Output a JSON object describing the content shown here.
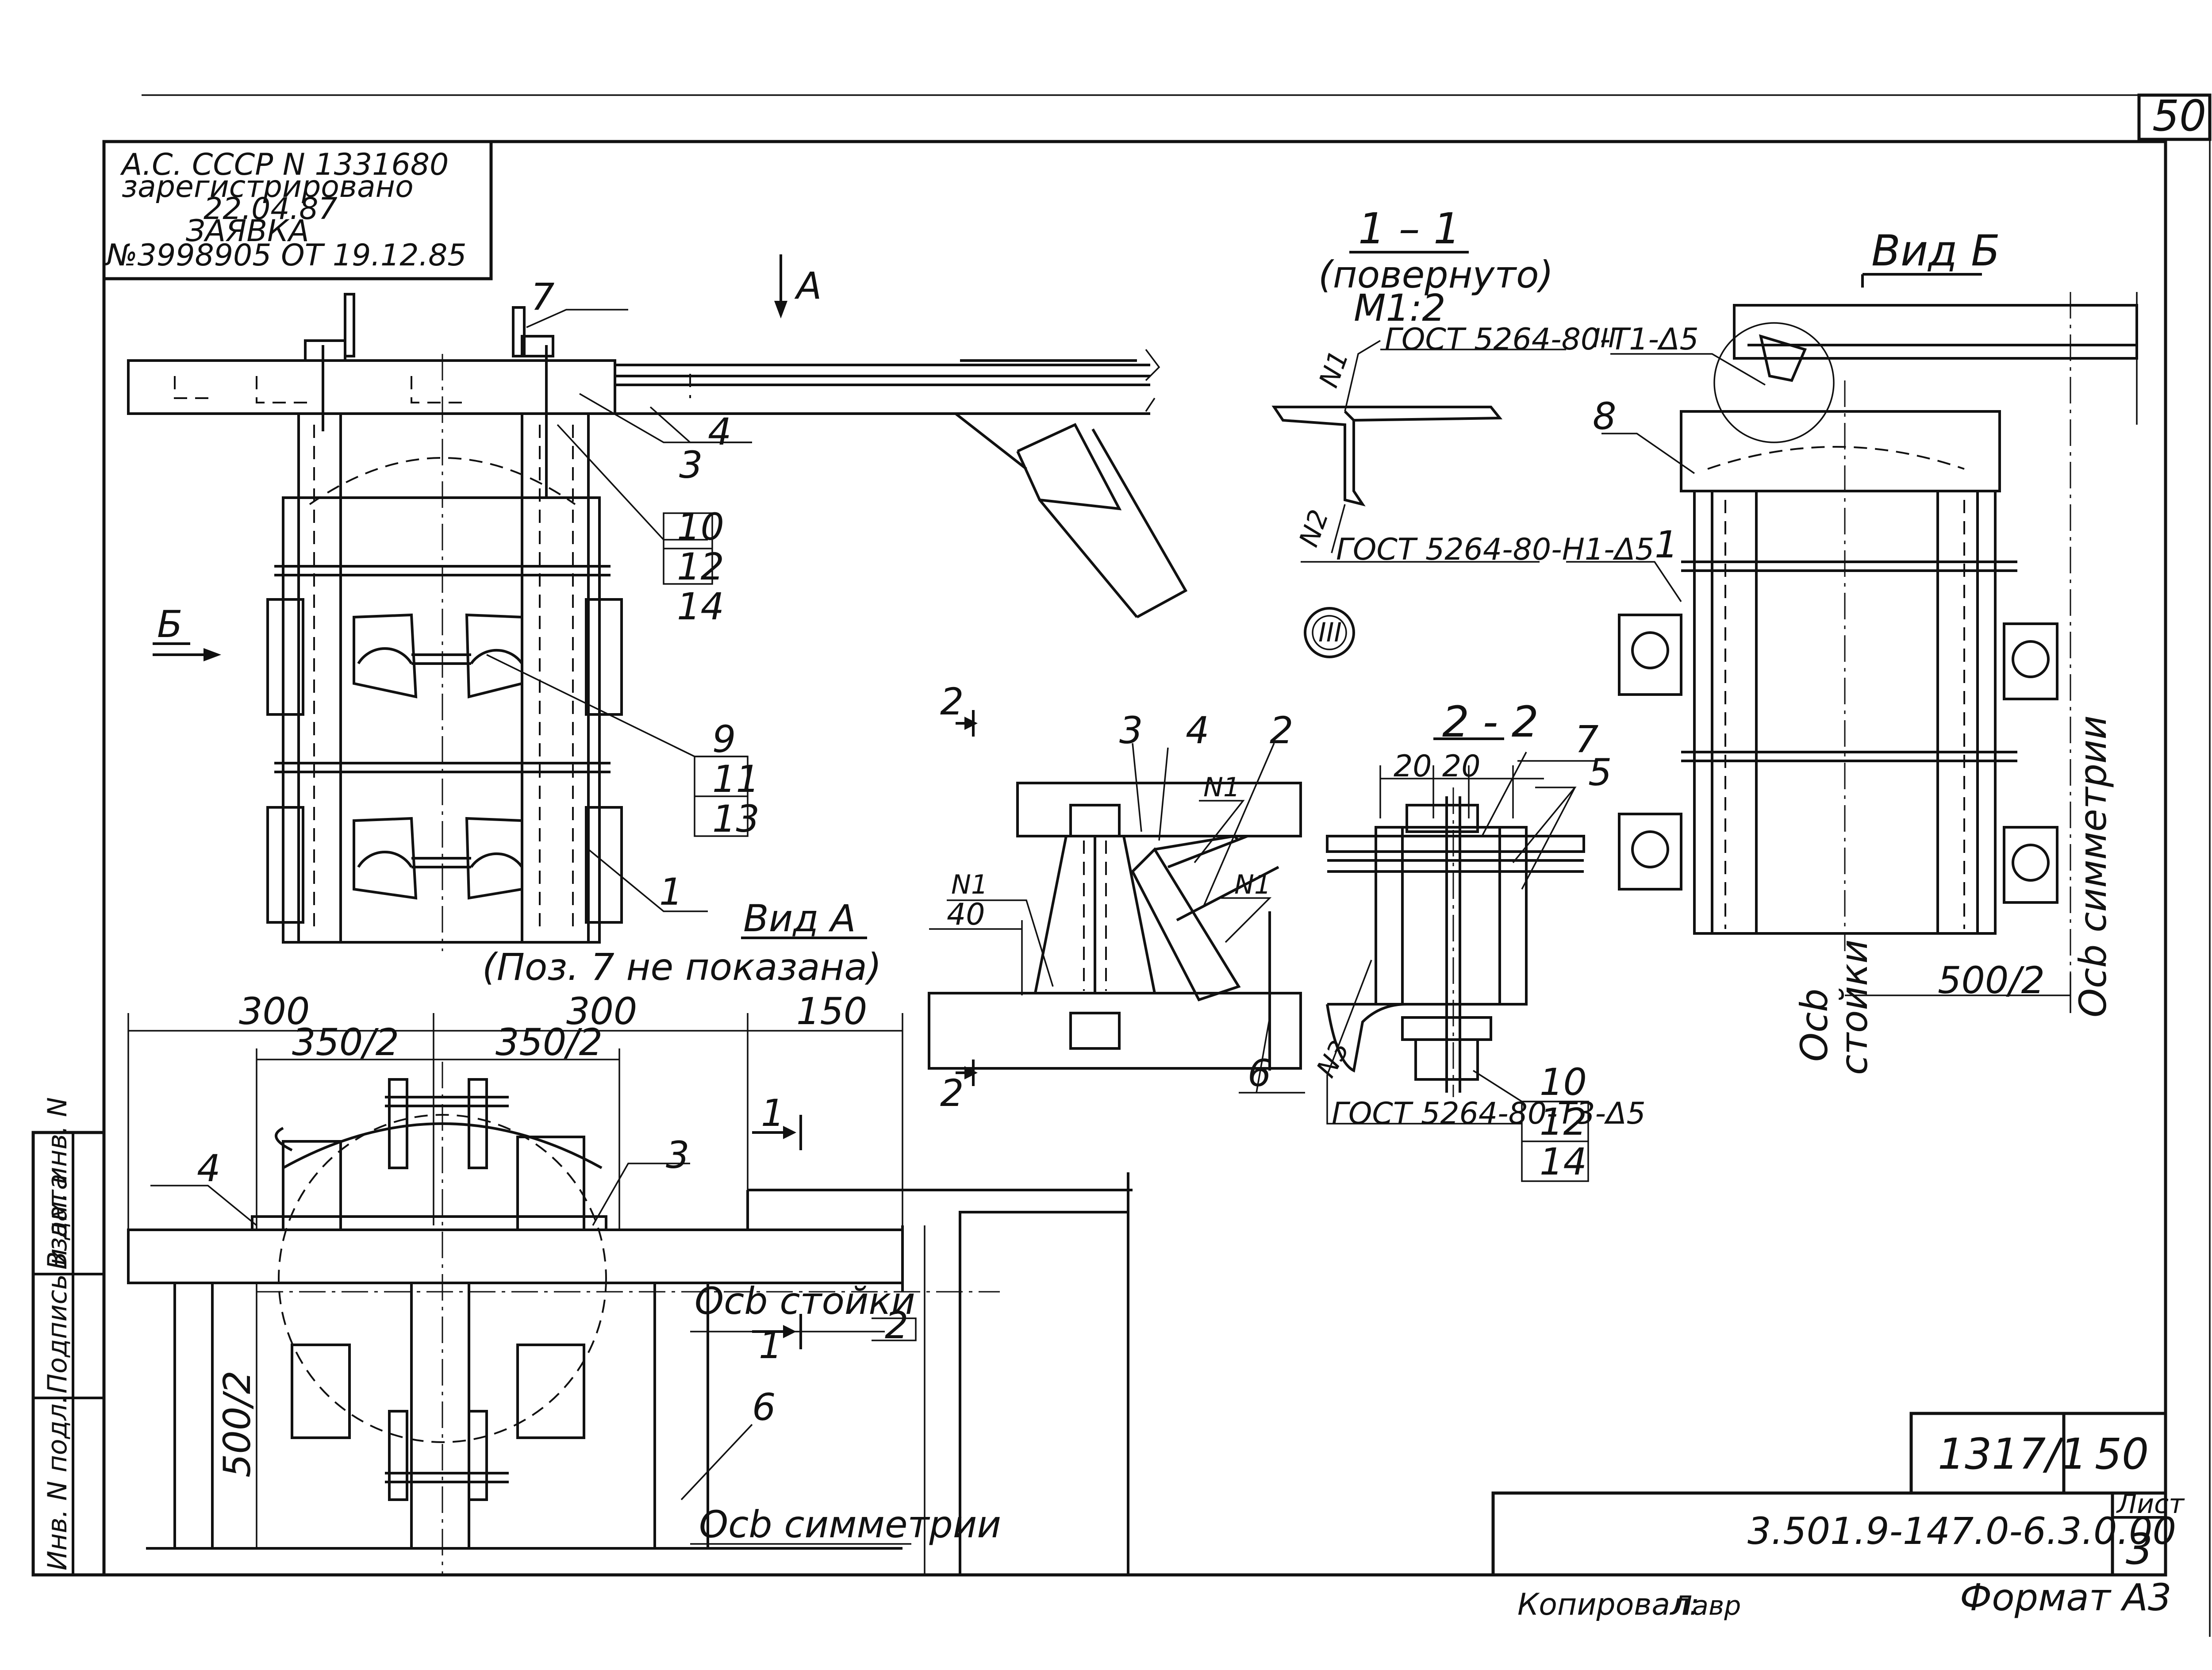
{
  "sheet_number_top": "50",
  "patent": {
    "line1": "А.С. СССР  N 1331680",
    "line2": "зарегистрировано",
    "line3": "22.04.87",
    "line4": "ЗАЯВКА",
    "line5": "№3998905  ОТ 19.12.85"
  },
  "arrow_a": "А",
  "view_b_arrow": "Б",
  "section_1_1": {
    "title": "1 – 1",
    "subtitle": "(повернуто)",
    "scale": "М1:2",
    "weld1": "ГОСТ 5264-80-Т1-Δ5",
    "weld2": "ГОСТ 5264-80-Н1-Δ5",
    "n1": "N1",
    "n2": "N2"
  },
  "detail_marker": "III",
  "view_b": {
    "title": "Вид Б",
    "detail": "III",
    "pos8": "8",
    "pos1": "1",
    "dim_500_2": "500/2",
    "axis_symmetry": "Осb симметрии",
    "axis_post_1": "Осb",
    "axis_post_2": "стойки"
  },
  "view_a": {
    "title": "Вид А",
    "note": "(Поз. 7 не показана)",
    "pos1": "1",
    "pos3": "3",
    "pos4": "4",
    "pos7": "7",
    "stack_top": [
      "10",
      "12",
      "14"
    ],
    "stack_mid": [
      "9",
      "11",
      "13"
    ]
  },
  "section_2_mark": "2",
  "detail_section": {
    "pos3": "3",
    "pos4": "4",
    "pos2": "2",
    "n1a": "N1",
    "n1b": "N1",
    "n1c": "N1",
    "dim40": "40",
    "pos6": "6"
  },
  "section_2_2": {
    "title": "2 - 2",
    "dim_a": "20",
    "dim_b": "20",
    "pos7": "7",
    "pos5": "5",
    "n3": "N3",
    "weld": "ГОСТ 5264-80-Т3-Δ5",
    "stack": [
      "10",
      "12",
      "14"
    ]
  },
  "plan": {
    "dim300a": "300",
    "dim300b": "300",
    "dim150": "150",
    "dim350a": "350/2",
    "dim350b": "350/2",
    "dim500": "500/2",
    "pos4": "4",
    "pos3": "3",
    "pos2": "2",
    "pos6": "6",
    "section_mark_1": "1",
    "axis_post": "Осb стойки",
    "axis_symmetry": "Осb симметрии"
  },
  "side_stamp": [
    "Инв. N подл.",
    "Подпись и дата",
    "Взам. инв. N"
  ],
  "title_block": {
    "code1": "1317/1",
    "code2": "50",
    "designation": "3.501.9-147.0-6.3.0.00",
    "sheet_label": "Лист",
    "sheet_no": "3"
  },
  "footer": {
    "copied": "Копировал:",
    "signature": "Лавр",
    "format": "Формат А3"
  }
}
